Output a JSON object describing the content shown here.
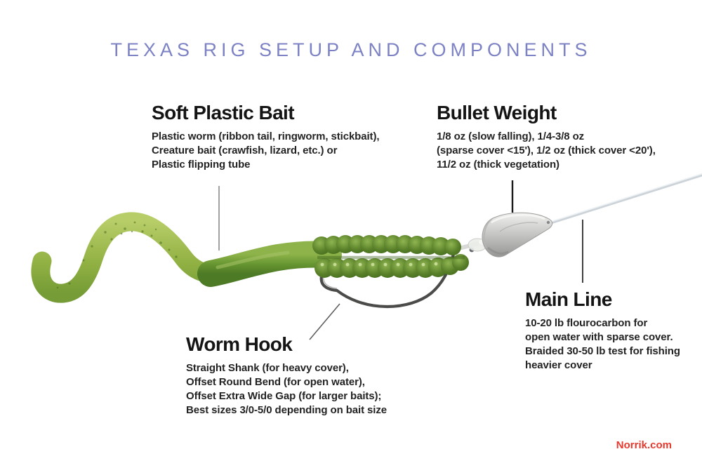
{
  "title": "TEXAS RIG SETUP AND COMPONENTS",
  "sections": {
    "soft_plastic_bait": {
      "heading": "Soft Plastic Bait",
      "lines": [
        "Plastic worm (ribbon tail, ringworm, stickbait),",
        "Creature bait (crawfish, lizard, etc.) or",
        "Plastic flipping tube"
      ]
    },
    "bullet_weight": {
      "heading": "Bullet Weight",
      "lines": [
        "1/8 oz (slow falling), 1/4-3/8 oz",
        "(sparse cover <15'), 1/2 oz (thick cover <20'),",
        "11/2 oz (thick vegetation)"
      ]
    },
    "worm_hook": {
      "heading": "Worm Hook",
      "lines": [
        "Straight Shank (for heavy cover),",
        "Offset Round Bend (for open water),",
        "Offset Extra Wide Gap (for larger baits);",
        "Best sizes 3/0-5/0 depending on bait size"
      ]
    },
    "main_line": {
      "heading": "Main Line",
      "lines": [
        "10-20 lb flourocarbon for",
        "open water with sparse cover.",
        "Braided 30-50 lb test for fishing",
        "heavier cover"
      ]
    }
  },
  "footer": {
    "brand": "Norrik.com"
  },
  "illustration": {
    "components": [
      "soft-plastic-worm",
      "worm-hook",
      "bullet-weight",
      "main-fishing-line"
    ],
    "colors": {
      "title_text": "#7d82c4",
      "heading_text": "#141414",
      "body_text": "#232323",
      "brand_text": "#e8392e",
      "worm_tail_green": "#9db84d",
      "worm_body_green": "#679631",
      "worm_rib_green": "#4c7423",
      "weight_silver": "#c2c2c0",
      "line_gray": "#ccd3d9"
    }
  }
}
